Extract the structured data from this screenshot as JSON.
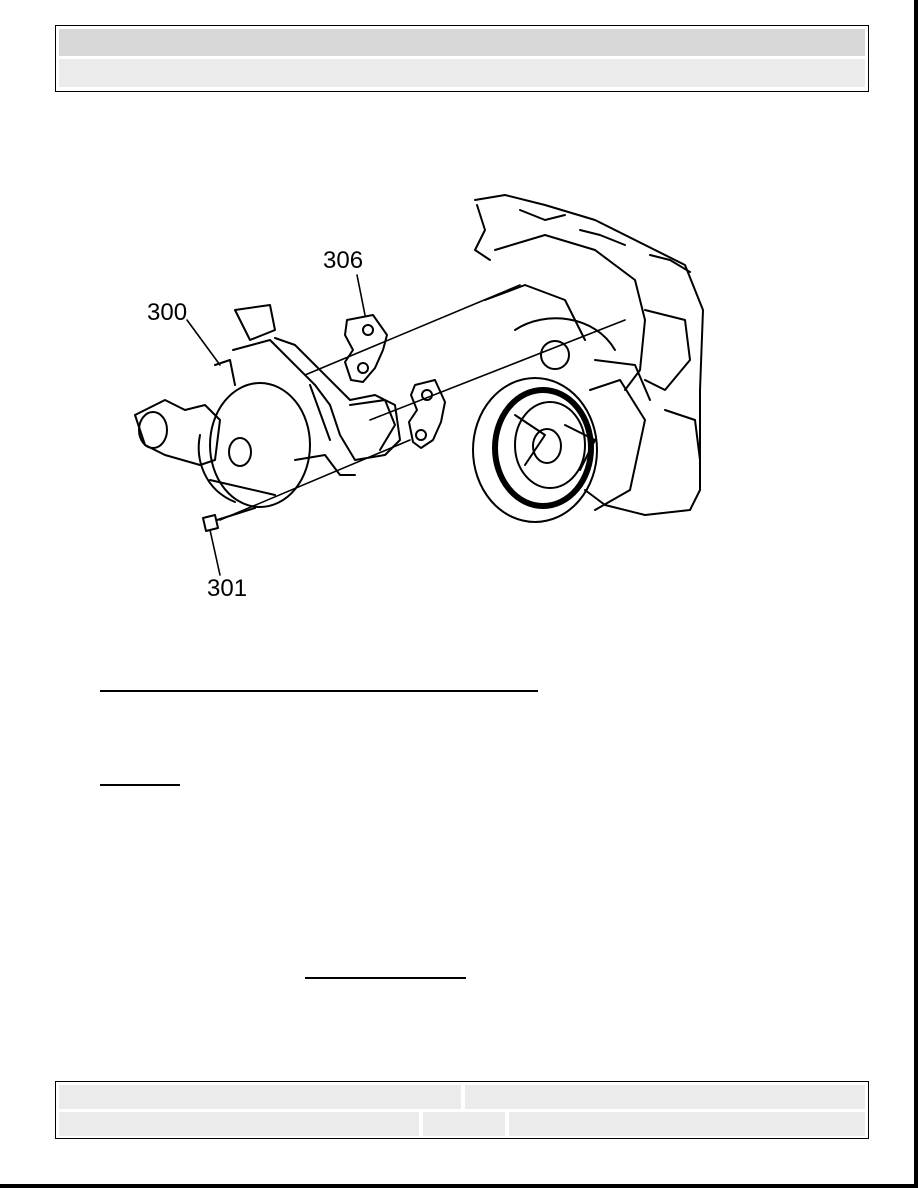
{
  "header": {
    "title": "",
    "subtitle": ""
  },
  "figure": {
    "callouts": [
      "300",
      "306",
      "301"
    ]
  },
  "footer": {
    "left_top": "",
    "right_top": "",
    "left_bottom": "",
    "mid_bottom": "",
    "right_bottom": ""
  },
  "colors": {
    "header_dark": "#d8d8d8",
    "header_light": "#ebebeb",
    "ink": "#000000"
  }
}
